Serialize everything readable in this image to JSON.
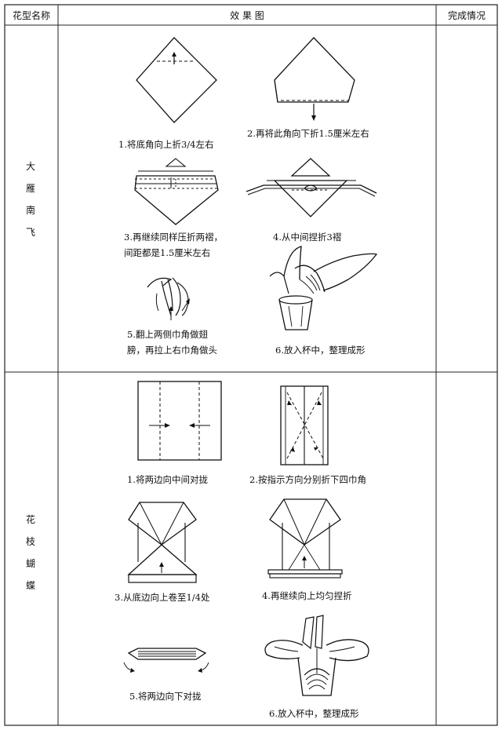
{
  "header": {
    "col1": "花型名称",
    "col2": "效 果 图",
    "col3": "完成情况"
  },
  "rows": [
    {
      "name_chars": [
        "大",
        "雁",
        "南",
        "飞"
      ],
      "steps": [
        "1.将底角向上折3/4左右",
        "2.再将此角向下折1.5厘米左右",
        "3.再继续同样压折两褶，",
        "间距都是1.5厘米左右",
        "4.从中间捏折3褶",
        "5.翻上两侧巾角做翅",
        "膀，再拉上右巾角做头",
        "6.放入杯中，整理成形"
      ]
    },
    {
      "name_chars": [
        "花",
        "枝",
        "蝴",
        "蝶"
      ],
      "steps": [
        "1.将两边向中间对拢",
        "2.按指示方向分别折下四巾角",
        "3.从底边向上卷至1/4处",
        "4.再继续向上均匀捏折",
        "5.将两边向下对拢",
        "6.放入杯中，整理成形"
      ]
    }
  ]
}
